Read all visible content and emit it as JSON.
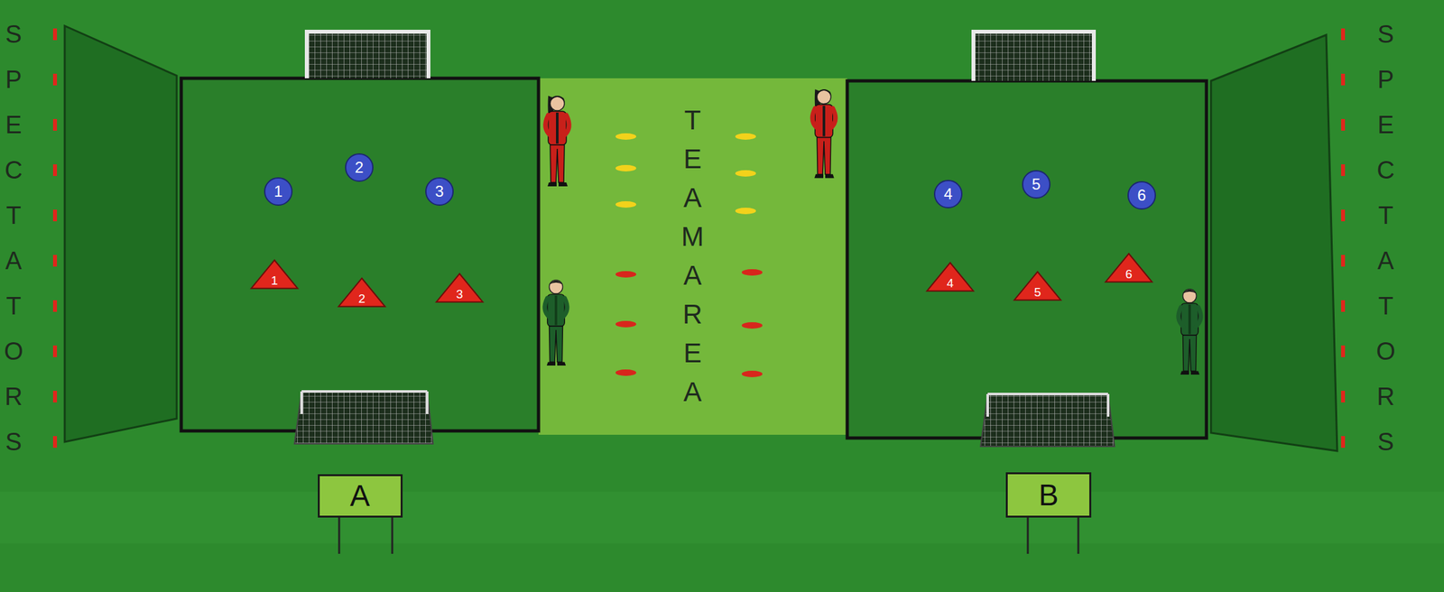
{
  "diagram": {
    "nodes": [
      {
        "text": [
          "1"
        ]
      },
      {
        "text": [
          "2"
        ]
      },
      {
        "text": [
          "3"
        ]
      },
      {
        "text": [
          "1"
        ]
      },
      {
        "text": [
          "2"
        ]
      },
      {
        "text": [
          "3"
        ]
      },
      {
        "text": [
          "TEAM AREA"
        ]
      },
      {
        "text": [
          "4"
        ]
      },
      {
        "text": [
          "5"
        ]
      },
      {
        "text": [
          "6"
        ]
      },
      {
        "text": [
          "4"
        ]
      },
      {
        "text": [
          "5"
        ]
      },
      {
        "text": [
          "6"
        ]
      },
      {
        "text": [
          "A"
        ]
      },
      {
        "text": [
          "B"
        ]
      }
    ],
    "labels": [
      "SPECTATORS",
      "SPECTATORS"
    ]
  }
}
